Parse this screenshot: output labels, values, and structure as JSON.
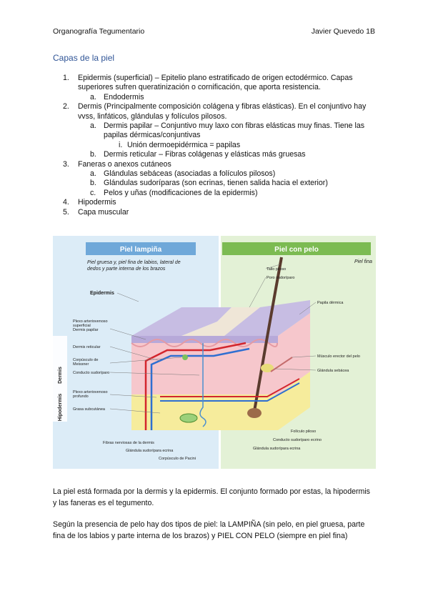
{
  "header": {
    "left": "Organografía Tegumentario",
    "right": "Javier Quevedo 1B"
  },
  "section_title": "Capas de la piel",
  "outline": [
    {
      "marker": "1.",
      "text": "Epidermis (superficial) – Epitelio plano estratificado de origen ectodérmico. Capas superiores sufren queratinización o cornificación, que aporta resistencia."
    },
    {
      "marker": "a.",
      "text": "Endodermis"
    },
    {
      "marker": "2.",
      "text": "Dermis (Principalmente composición colágena y fibras elásticas). En el conjuntivo hay vvss, linfáticos, glándulas y folículos pilosos."
    },
    {
      "marker": "a.",
      "text": "Dermis papilar – Conjuntivo muy laxo con fibras elásticas muy finas. Tiene las papilas dérmicas/conjuntivas"
    },
    {
      "marker": "i.",
      "text": "Unión dermoepidérmica = papilas"
    },
    {
      "marker": "b.",
      "text": "Dermis reticular – Fibras colágenas y elásticas más gruesas"
    },
    {
      "marker": "3.",
      "text": "Faneras o anexos cutáneos"
    },
    {
      "marker": "a.",
      "text": "Glándulas sebáceas (asociadas a folículos pilosos)"
    },
    {
      "marker": "b.",
      "text": "Glándulas sudoríparas (son ecrinas, tienen salida hacia el exterior)"
    },
    {
      "marker": "c.",
      "text": "Pelos y uñas (modificaciones de la epidermis)"
    },
    {
      "marker": "4.",
      "text": "Hipodermis"
    },
    {
      "marker": "5.",
      "text": "Capa muscular"
    }
  ],
  "figure": {
    "left_title": "Piel lampiña",
    "right_title": "Piel con pelo",
    "left_subtitle_1": "Piel gruesa y, piel fina de labios, lateral de",
    "left_subtitle_2": "dedos y parte interna de los brazos",
    "right_subtitle": "Piel fina",
    "side_dermis": "Dermis",
    "side_hipodermis": "Hipodermis",
    "labels_left": {
      "epidermis": "Epidermis",
      "plexo_sup_1": "Plexo arteriovenoso",
      "plexo_sup_2": "superficial",
      "dermis_papilar": "Dermis papilar",
      "dermis_reticular": "Dermis reticular",
      "meissner_1": "Corpúsculo de",
      "meissner_2": "Meissner",
      "conducto": "Conducto sudoríparo",
      "plexo_prof_1": "Plexo arteriovenoso",
      "plexo_prof_2": "profundo",
      "grasa": "Grasa subcutánea"
    },
    "labels_bottom": {
      "fibras": "Fibras nerviosas de la dermis",
      "glandula": "Glándula sudorípara ecrina",
      "pacini": "Corpúsculo de Pacini"
    },
    "labels_right": {
      "tallo": "Tallo piloso",
      "poro": "Poro sudoríparo",
      "papila": "Papila dérmica",
      "musculo": "Músculo erector del pelo",
      "sebacea": "Glándula sebácea",
      "foliculo": "Folículo piloso",
      "conducto": "Conducto sudoríparo ecrino",
      "glandula": "Glándula sudorípara ecrina"
    },
    "colors": {
      "left_bg": "#dcecf7",
      "right_bg": "#e3f1d6",
      "left_banner": "#6fa8d9",
      "right_banner": "#7cbb52",
      "epidermis": "#c7bde3",
      "dermis": "#f6c7cc",
      "hypodermis": "#f6ec9c",
      "artery": "#d3262d",
      "vein": "#2f6fd1",
      "hair": "#5a3b2e"
    }
  },
  "paragraphs": [
    "La piel está formada por la dermis y la epidermis. El conjunto formado por estas, la hipodermis y las faneras es el tegumento.",
    "Según la presencia de pelo hay dos tipos de piel: la LAMPIÑA (sin pelo, en piel gruesa, parte fina de los labios y parte interna de los brazos) y PIEL CON PELO (siempre en piel fina)"
  ]
}
